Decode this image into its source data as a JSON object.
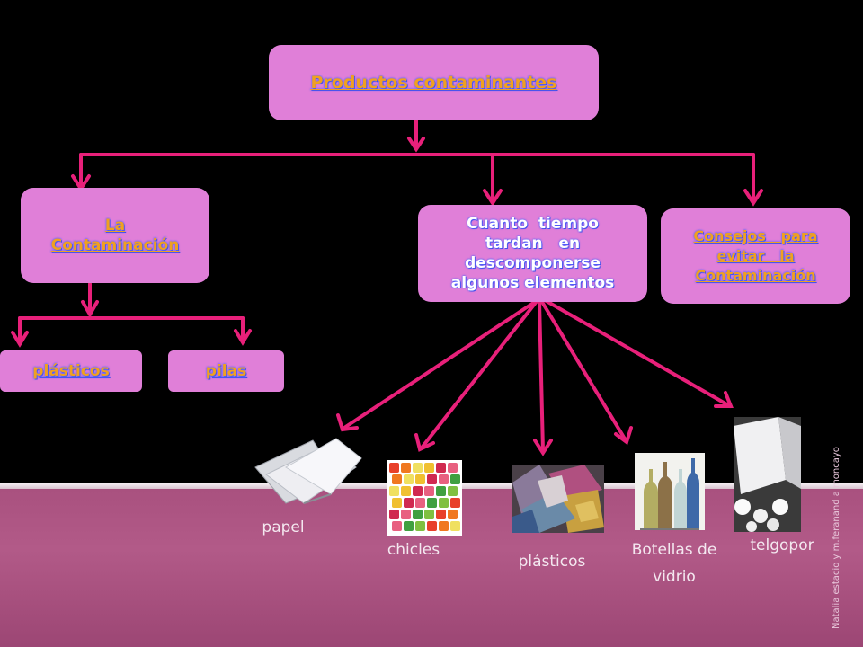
{
  "diagram": {
    "root": "Productos contaminantes",
    "branches": [
      {
        "label": "La Contaminación",
        "children": [
          "plásticos",
          "pilas"
        ]
      },
      {
        "label": "Cuanto  tiempo tardan   en descomponerse algunos elementos",
        "children": [
          "papel",
          "chicles",
          "plásticos",
          "Botellas de vidrio",
          "telgopor"
        ]
      },
      {
        "label": "Consejos   para evitar   la Contaminación",
        "children": []
      }
    ]
  },
  "boxes": {
    "root": "Productos contaminantes",
    "contaminacion_l1": "La",
    "contaminacion_l2": "Contaminación",
    "tiempo_l1": "Cuanto  tiempo",
    "tiempo_l2": "tardan   en",
    "tiempo_l3": "descomponerse",
    "tiempo_l4": "algunos elementos",
    "consejos_l1": "Consejos   para",
    "consejos_l2": "evitar   la",
    "consejos_l3": "Contaminación",
    "plasticos": "plásticos",
    "pilas": "pilas"
  },
  "captions": {
    "papel": "papel",
    "chicles": "chicles",
    "plasticos": "plásticos",
    "botellas_l1": "Botellas de",
    "botellas_l2": "vidrio",
    "telgopor": "telgopor"
  },
  "credit": "Natalia estacio y m.feranand a moncayo",
  "colors": {
    "background": "#000000",
    "box": "#e07fd8",
    "connector": "#e8207a",
    "title_text": "#f0a020",
    "white_text": "#ffffff",
    "text_glow": "#5a66ff",
    "band": "#a8507e"
  },
  "icons": [
    "paper-sheets-image",
    "chewing-gum-image",
    "plastic-bags-image",
    "glass-bottles-image",
    "styrofoam-image"
  ]
}
